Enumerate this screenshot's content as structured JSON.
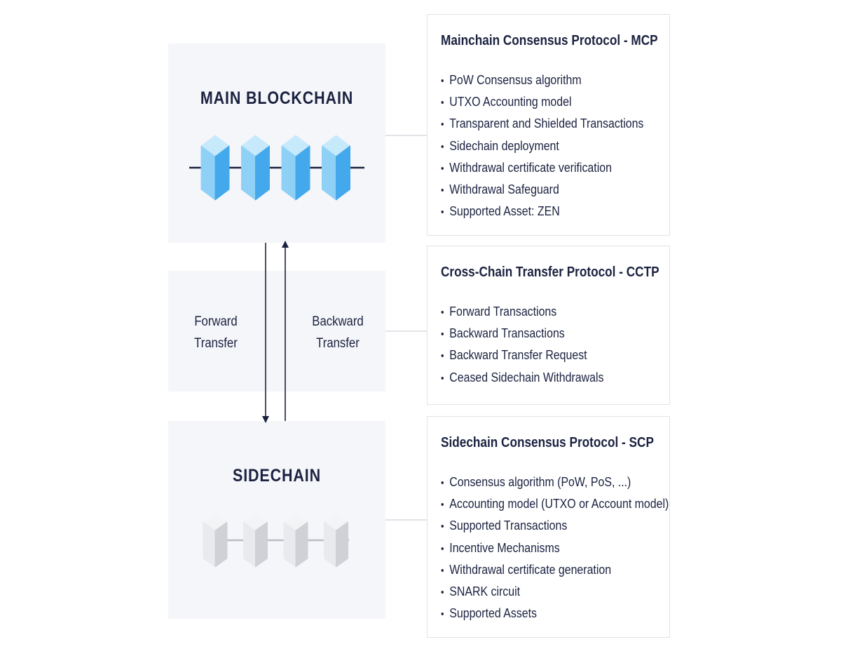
{
  "main_chain": {
    "title": "MAIN BLOCKCHAIN",
    "block_count": 4,
    "block_colors": {
      "top": "#c6e9fb",
      "left": "#8fd1f6",
      "right": "#44a9ec"
    }
  },
  "transfers": {
    "forward_label_line1": "Forward",
    "forward_label_line2": "Transfer",
    "backward_label_line1": "Backward",
    "backward_label_line2": "Transfer",
    "arrow_color": "#1b2240"
  },
  "side_chain": {
    "title": "SIDECHAIN",
    "block_count": 4,
    "block_colors": {
      "top": "#f3f4f6",
      "left": "#e9eaed",
      "right": "#cfd1d6"
    }
  },
  "protocols": [
    {
      "title": "Mainchain Consensus Protocol - MCP",
      "items": [
        "PoW Consensus algorithm",
        "UTXO Accounting model",
        "Transparent and Shielded Transactions",
        "Sidechain deployment",
        "Withdrawal certificate verification",
        "Withdrawal Safeguard",
        "Supported Asset: ZEN"
      ]
    },
    {
      "title": "Cross-Chain Transfer Protocol - CCTP",
      "items": [
        "Forward Transactions",
        "Backward Transactions",
        "Backward Transfer Request",
        "Ceased Sidechain Withdrawals"
      ]
    },
    {
      "title": "Sidechain Consensus Protocol - SCP",
      "items": [
        "Consensus algorithm (PoW, PoS, ...)",
        "Accounting model (UTXO or Account model)",
        "Supported Transactions",
        "Incentive Mechanisms",
        "Withdrawal certificate generation",
        "SNARK circuit",
        "Supported Assets"
      ]
    }
  ]
}
